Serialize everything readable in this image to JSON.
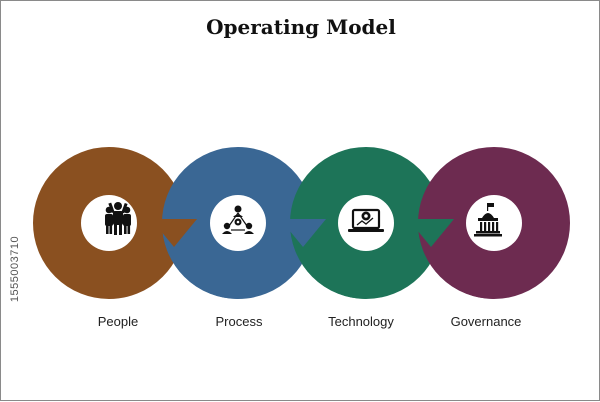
{
  "title": "Operating Model",
  "stages": [
    {
      "label": "People",
      "color": "#8a5020",
      "icon": "people-group-icon"
    },
    {
      "label": "Process",
      "color": "#3a6794",
      "icon": "process-network-icon"
    },
    {
      "label": "Technology",
      "color": "#1d7458",
      "icon": "laptop-gear-icon"
    },
    {
      "label": "Governance",
      "color": "#6d2b50",
      "icon": "government-building-icon"
    }
  ],
  "side_text": "1555003710"
}
